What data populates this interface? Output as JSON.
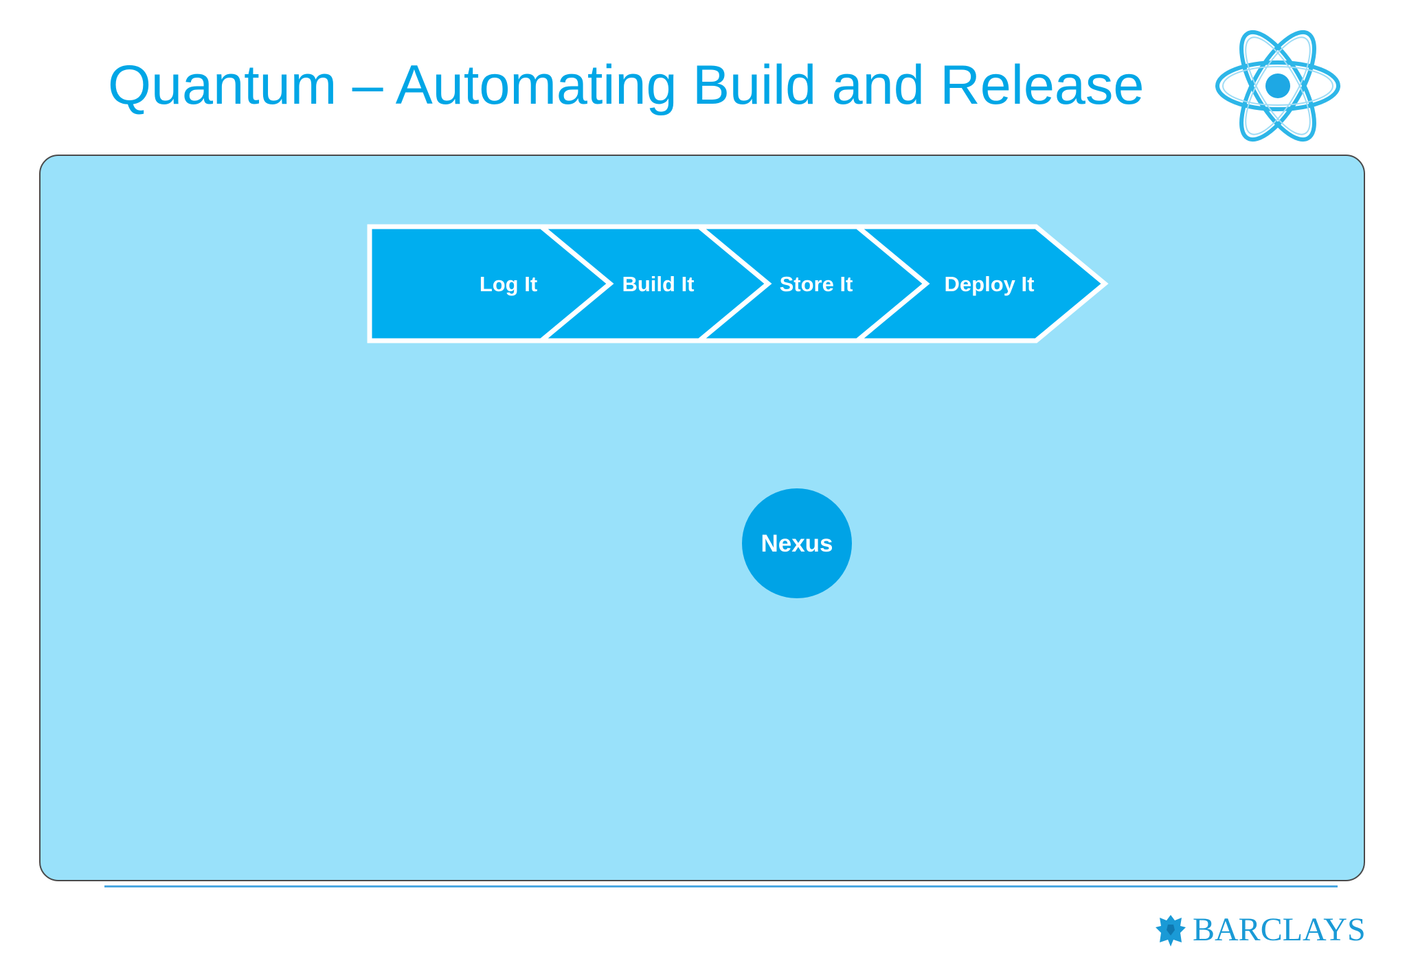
{
  "slide": {
    "title": "Quantum – Automating Build and Release",
    "logo_text": "BARCLAYS"
  },
  "steps": [
    {
      "label": "Log It"
    },
    {
      "label": "Build It"
    },
    {
      "label": "Store It"
    },
    {
      "label": "Deploy It"
    }
  ],
  "hub": {
    "label": "Nexus"
  },
  "colors": {
    "title": "#00a6e6",
    "panel": "#99e1fa",
    "chevron": "#00aeef",
    "hub": "#00a3e6",
    "logo": "#1a9ad6"
  }
}
